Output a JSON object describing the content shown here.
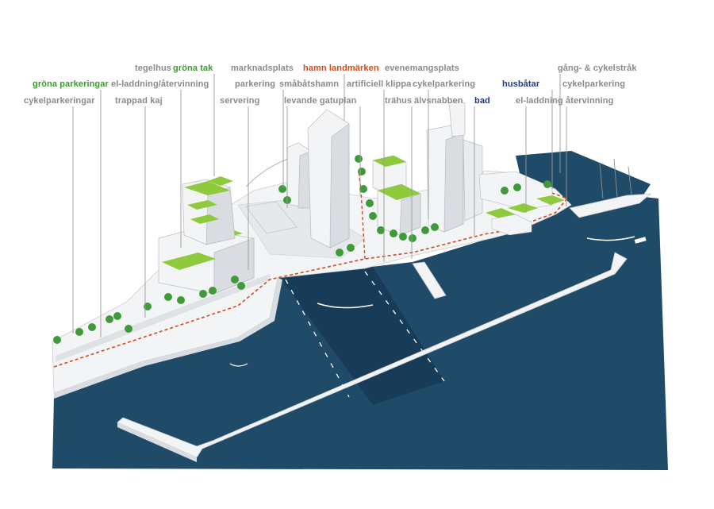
{
  "colors": {
    "water": "#1f4a68",
    "water_deep": "#183c57",
    "roof_green": "#8fca3c",
    "tree_green": "#3f9a3a",
    "building": "#f3f4f6",
    "building_shade": "#d9dde2",
    "route": "#d24a1e",
    "leader": "#9a9a9a",
    "grey_text": "#8a8a8a",
    "green_text": "#3a9a2e",
    "red_text": "#cf4a1c",
    "blue_text": "#1f3b86"
  },
  "labels": {
    "gronaparkeringar": "gröna parkeringar",
    "elladdning_1": "el-laddning/återvinning",
    "cykelparkeringar": "cykelparkeringar",
    "trappadkaj": "trappad kaj",
    "tegelhus": "tegelhus",
    "gronatak": "gröna tak",
    "marknadsplats": "marknadsplats",
    "parkering": "parkering",
    "servering": "servering",
    "smabatshamn": "småbåtshamn",
    "levandegatuplan": "levande gatuplan",
    "hamnlandmarken": "hamn landmärken",
    "evenemangsplats": "evenemangsplats",
    "artificiell": "artificiell",
    "klippa": "klippa",
    "cykelparkering_1": "cykelparkering",
    "trahus": "trähus",
    "alvsnabben": "älvsnabben",
    "bad": "bad",
    "husbatar": "husbåtar",
    "gangcykel": "gång- & cykelstråk",
    "cykelparkering_2": "cykelparkering",
    "elladdning_2": "el-laddning",
    "atervinning": "återvinning"
  }
}
